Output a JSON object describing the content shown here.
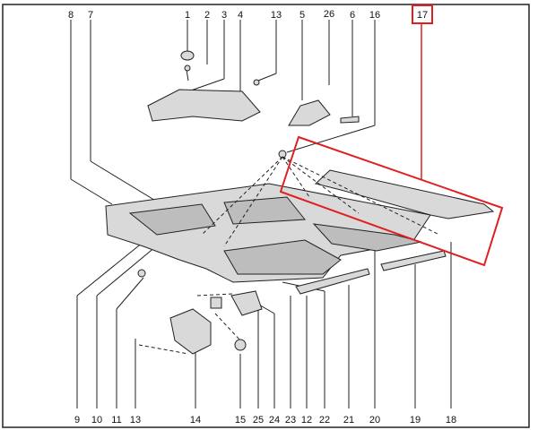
{
  "diagram": {
    "top_labels": [
      "8",
      "7",
      "1",
      "2",
      "3",
      "4",
      "13",
      "5",
      "26",
      "6",
      "16",
      "17"
    ],
    "bottom_labels": [
      "9",
      "10",
      "11",
      "13",
      "14",
      "15",
      "25",
      "24",
      "23",
      "12",
      "22",
      "21",
      "20",
      "19",
      "18"
    ],
    "highlighted_part": "17",
    "highlight_color": "#e02020"
  }
}
